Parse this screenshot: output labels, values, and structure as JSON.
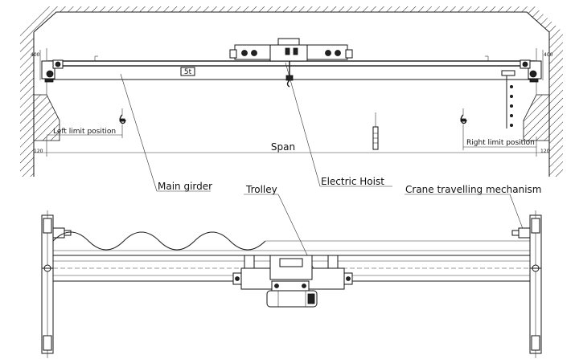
{
  "labels": {
    "span": "Span",
    "left_limit": "Left limit position",
    "right_limit": "Right limit position",
    "main_girder": "Main girder",
    "electric_hoist": "Electric Hoist",
    "trolley": "Trolley",
    "crane_travelling": "Crane travelling mechanism",
    "capacity": "5t",
    "dim_left_top": "400",
    "dim_right_top": "400",
    "dim_left_bottom": "120",
    "dim_right_bottom": "120"
  }
}
